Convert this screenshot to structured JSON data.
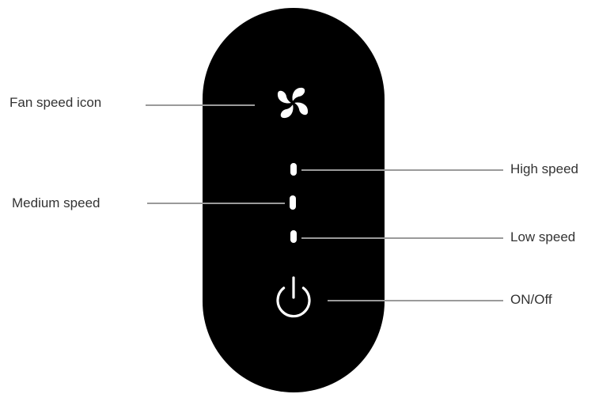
{
  "labels": {
    "fan_speed_icon": "Fan speed icon",
    "high_speed": "High speed",
    "medium_speed": "Medium  speed",
    "low_speed": "Low  speed",
    "on_off": "ON/Off"
  },
  "icons": {
    "fan": "fan-icon",
    "power": "power-icon"
  },
  "colors": {
    "remote_body": "#000000",
    "indicator": "#ffffff",
    "leader_line": "#9a9a9a",
    "label_text": "#333333"
  }
}
